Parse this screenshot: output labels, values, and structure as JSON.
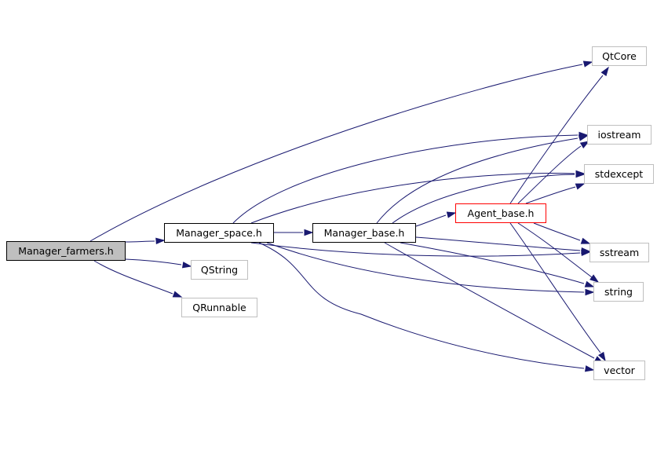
{
  "graph": {
    "colors": {
      "edge": "#191970",
      "incomplete_border": "#ff0000",
      "main_fill": "#bfbfbf"
    },
    "nodes": {
      "manager_farmers": "Manager_farmers.h",
      "manager_space": "Manager_space.h",
      "manager_base": "Manager_base.h",
      "agent_base": "Agent_base.h",
      "qtcore": "QtCore",
      "iostream": "iostream",
      "stdexcept": "stdexcept",
      "sstream": "sstream",
      "string": "string",
      "vector": "vector",
      "qstring": "QString",
      "qrunnable": "QRunnable"
    },
    "edges": [
      [
        "manager_farmers",
        "qtcore"
      ],
      [
        "manager_farmers",
        "manager_space"
      ],
      [
        "manager_farmers",
        "qstring"
      ],
      [
        "manager_farmers",
        "qrunnable"
      ],
      [
        "manager_space",
        "manager_base"
      ],
      [
        "manager_space",
        "iostream"
      ],
      [
        "manager_space",
        "stdexcept"
      ],
      [
        "manager_space",
        "sstream"
      ],
      [
        "manager_space",
        "string"
      ],
      [
        "manager_space",
        "vector"
      ],
      [
        "manager_base",
        "agent_base"
      ],
      [
        "manager_base",
        "iostream"
      ],
      [
        "manager_base",
        "stdexcept"
      ],
      [
        "manager_base",
        "sstream"
      ],
      [
        "manager_base",
        "string"
      ],
      [
        "manager_base",
        "vector"
      ],
      [
        "agent_base",
        "qtcore"
      ],
      [
        "agent_base",
        "iostream"
      ],
      [
        "agent_base",
        "stdexcept"
      ],
      [
        "agent_base",
        "sstream"
      ],
      [
        "agent_base",
        "string"
      ],
      [
        "agent_base",
        "vector"
      ]
    ]
  }
}
